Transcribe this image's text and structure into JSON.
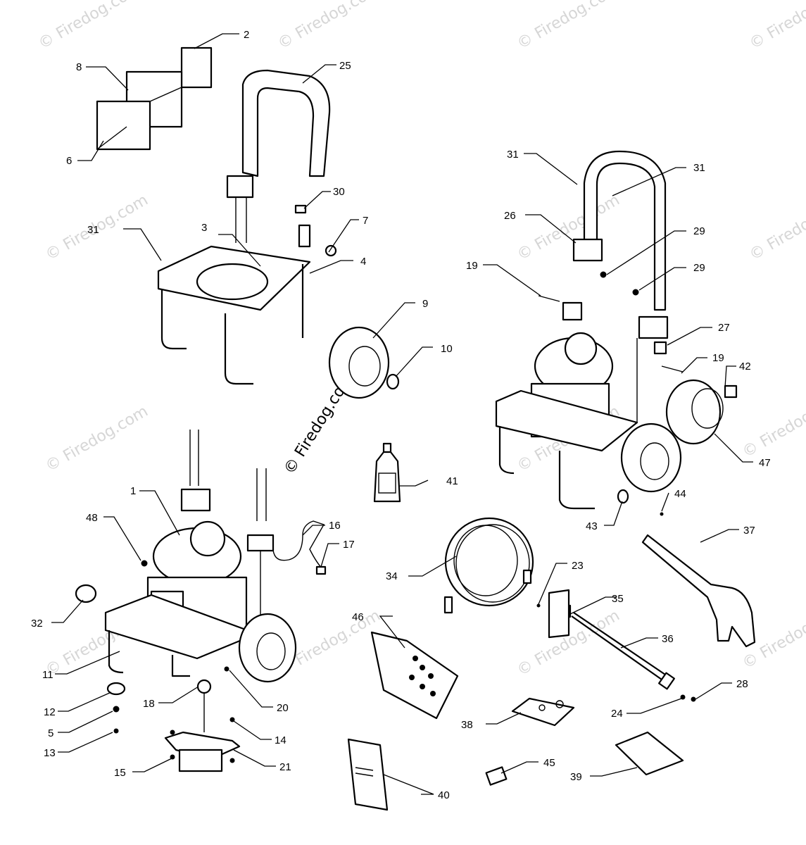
{
  "watermarks": {
    "repeat": "© Firedog.com",
    "center": "© Firedog.com"
  },
  "callouts": [
    "2",
    "8",
    "25",
    "6",
    "31",
    "30",
    "3",
    "7",
    "4",
    "9",
    "10",
    "31",
    "31",
    "26",
    "29",
    "19",
    "29",
    "27",
    "19",
    "42",
    "47",
    "44",
    "43",
    "1",
    "48",
    "16",
    "17",
    "32",
    "11",
    "12",
    "5",
    "13",
    "18",
    "14",
    "15",
    "21",
    "20",
    "41",
    "34",
    "23",
    "35",
    "37",
    "46",
    "36",
    "24",
    "28",
    "38",
    "45",
    "39",
    "40"
  ],
  "palette": {
    "ink": "#000000",
    "paper": "#ffffff",
    "watermark": "#d6d6d6"
  }
}
